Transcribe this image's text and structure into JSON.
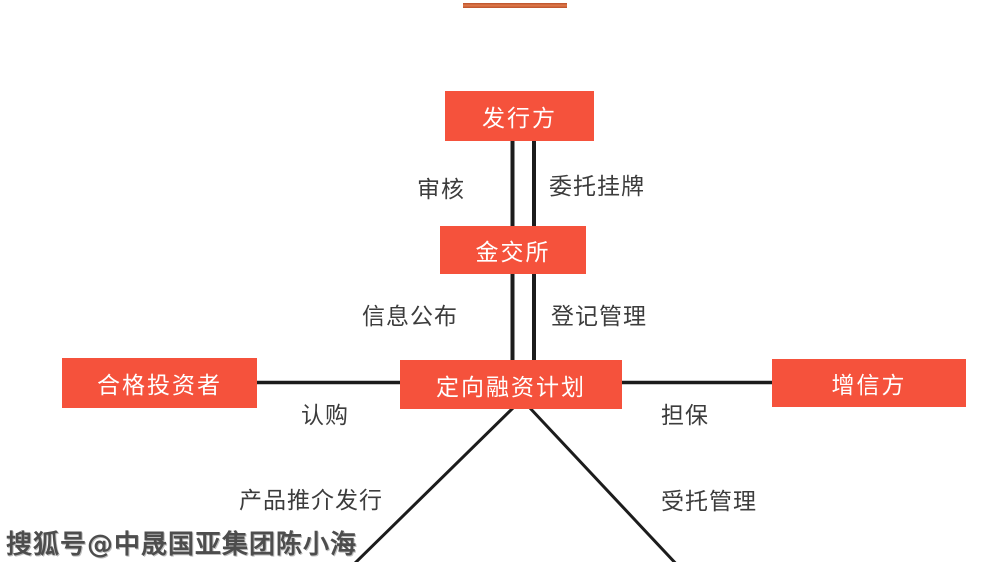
{
  "page": {
    "background": "#ffffff",
    "node_color": "#f5523c",
    "node_text_color": "#ffffff",
    "line_color": "#1c1c1c",
    "label_color": "#3c3c3c",
    "topbar_color": "#cf5c33"
  },
  "nodes": {
    "issuer": {
      "label": "发行方"
    },
    "exchange": {
      "label": "金交所"
    },
    "plan": {
      "label": "定向融资计划"
    },
    "investors": {
      "label": "合格投资者"
    },
    "credit_enhancer": {
      "label": "增信方"
    }
  },
  "edges": {
    "review": {
      "label": "审核"
    },
    "entrusted_listing": {
      "label": "委托挂牌"
    },
    "information_disclosure": {
      "label": "信息公布"
    },
    "registration_management": {
      "label": "登记管理"
    },
    "subscription": {
      "label": "认购"
    },
    "guarantee": {
      "label": "担保"
    },
    "product_promotion_issuance": {
      "label": "产品推介发行"
    },
    "entrusted_management": {
      "label": "受托管理"
    }
  },
  "watermark": {
    "text": "搜狐号@中晟国亚集团陈小海"
  }
}
